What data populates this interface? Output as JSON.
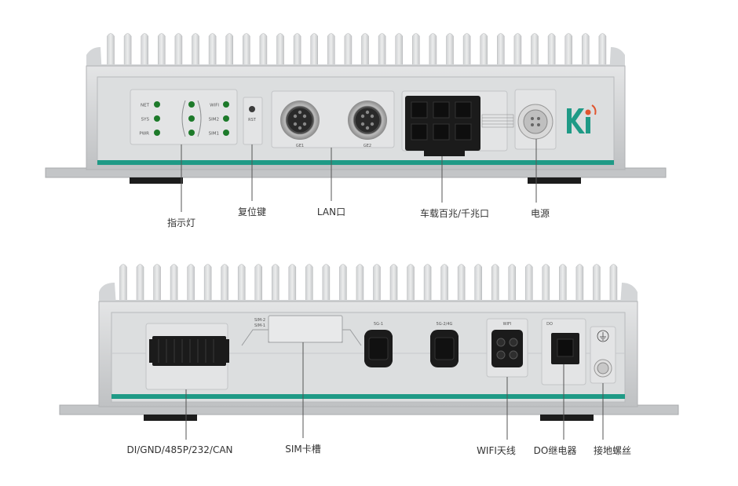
{
  "front": {
    "leds_left": [
      "NET",
      "SYS",
      "PWR"
    ],
    "leds_right": [
      "WIFI",
      "SIM2",
      "SIM1"
    ],
    "reset_label": "RST",
    "ge_ports": [
      "GE1",
      "GE2"
    ],
    "callouts": {
      "indicators": "指示灯",
      "reset": "复位键",
      "lan": "LAN口",
      "vehicle_ethernet": "车载百兆/千兆口",
      "power": "电源"
    }
  },
  "rear": {
    "sim_labels": [
      "SIM-2",
      "SIM-1"
    ],
    "antenna_labels": [
      "5G-1",
      "5G-2/4G",
      "WIFI"
    ],
    "do_label": "DO",
    "callouts": {
      "serial": "DI/GND/485P/232/CAN",
      "sim_slot": "SIM卡槽",
      "wifi_antenna": "WIFI天线",
      "do_relay": "DO继电器",
      "ground": "接地螺丝"
    }
  },
  "colors": {
    "body": "#c9cbcd",
    "panel": "#dcdedf",
    "accent_stripe": "#1f9a86",
    "led": "#1d7a2a",
    "connector": "#1b1b1b"
  }
}
